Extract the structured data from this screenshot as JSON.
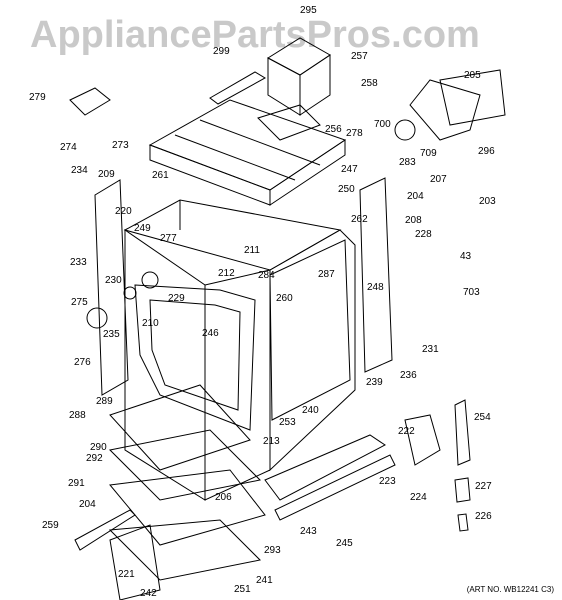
{
  "watermark": "AppliancePartsPros.com",
  "art_number": "(ART NO. WB12241 C3)",
  "callouts": [
    "295",
    "299",
    "257",
    "258",
    "205",
    "279",
    "700",
    "256",
    "278",
    "274",
    "273",
    "709",
    "296",
    "283",
    "247",
    "234",
    "209",
    "250",
    "204",
    "207",
    "261",
    "220",
    "262",
    "208",
    "203",
    "228",
    "249",
    "211",
    "277",
    "43",
    "233",
    "212",
    "284",
    "287",
    "230",
    "248",
    "703",
    "275",
    "229",
    "260",
    "210",
    "246",
    "235",
    "231",
    "276",
    "239",
    "236",
    "289",
    "240",
    "288",
    "254",
    "253",
    "222",
    "290",
    "213",
    "292",
    "291",
    "223",
    "227",
    "224",
    "206",
    "204",
    "259",
    "243",
    "226",
    "245",
    "293",
    "221",
    "242",
    "251",
    "241"
  ]
}
